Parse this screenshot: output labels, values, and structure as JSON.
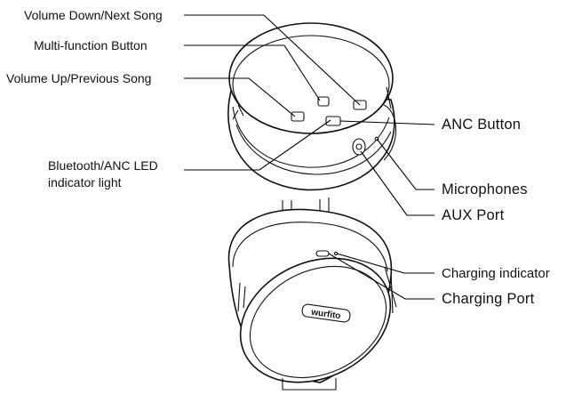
{
  "labels": {
    "volume_down": "Volume Down/Next Song",
    "multi_function": "Multi-function Button",
    "volume_up": "Volume Up/Previous Song",
    "bt_led_line1": "Bluetooth/ANC LED",
    "bt_led_line2": "indicator light",
    "anc_button": "ANC Button",
    "microphones": "Microphones",
    "aux_port": "AUX Port",
    "charging_indicator": "Charging indicator",
    "charging_port": "Charging Port"
  },
  "brand_text": "wurfito",
  "colors": {
    "line": "#000000",
    "background": "#ffffff"
  }
}
